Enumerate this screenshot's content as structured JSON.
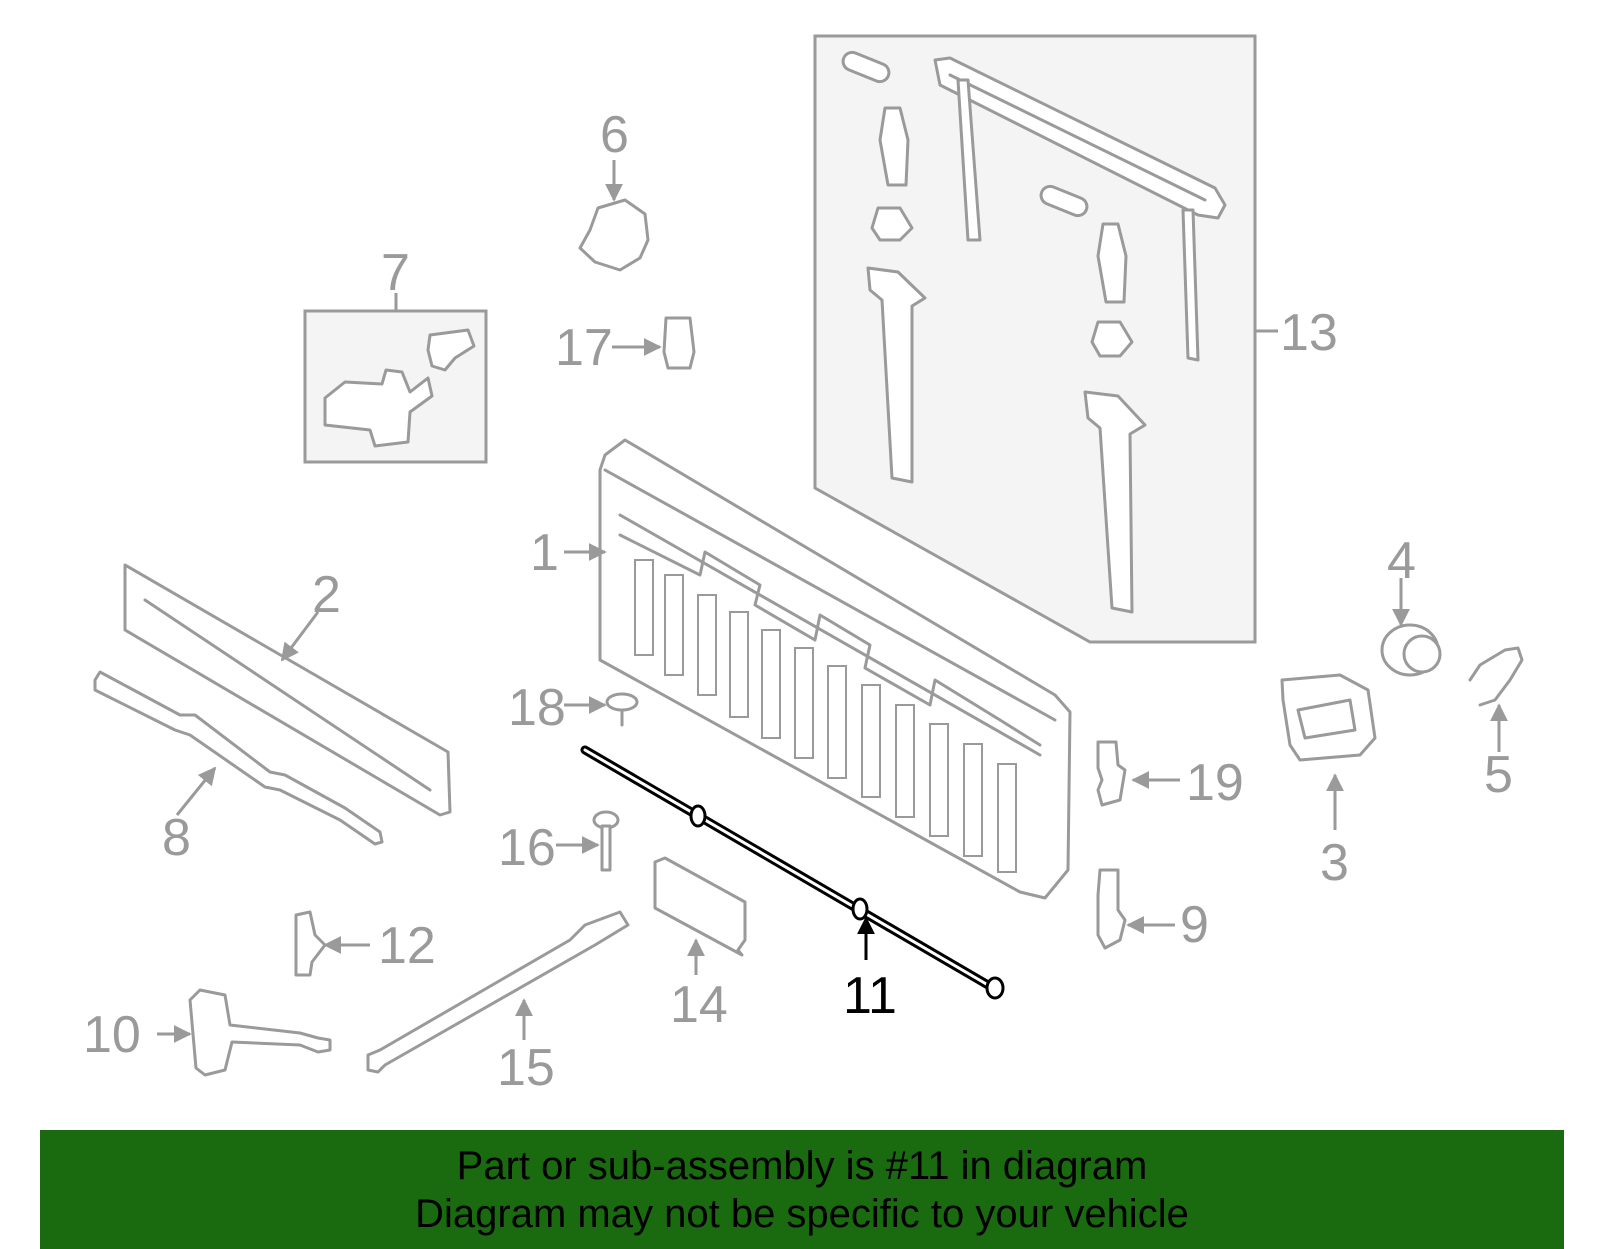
{
  "callouts": {
    "c1": "1",
    "c2": "2",
    "c3": "3",
    "c4": "4",
    "c5": "5",
    "c6": "6",
    "c7": "7",
    "c8": "8",
    "c9": "9",
    "c10": "10",
    "c11": "11",
    "c12": "12",
    "c13": "13",
    "c14": "14",
    "c15": "15",
    "c16": "16",
    "c17": "17",
    "c18": "18",
    "c19": "19"
  },
  "highlighted_part": "11",
  "banner": {
    "line1": "Part or sub-assembly is #11 in diagram",
    "line2": "Diagram may not be specific to your vehicle"
  },
  "colors": {
    "banner_bg": "#1a6b10",
    "part_stroke": "#9a9a9a",
    "highlight": "#000000"
  }
}
